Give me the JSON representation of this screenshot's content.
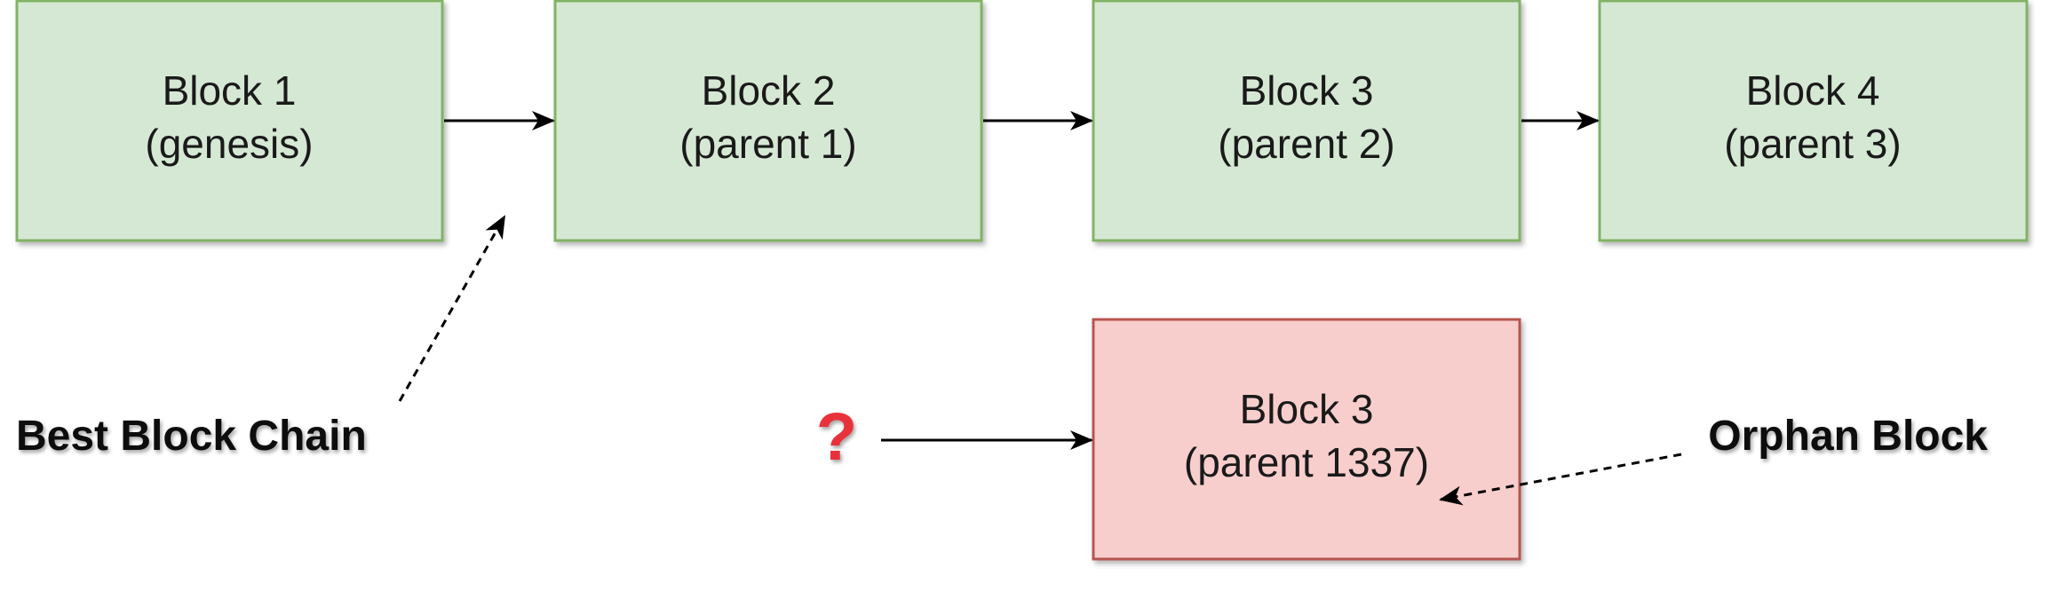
{
  "colors": {
    "block_fill": "#d5e8d4",
    "block_stroke": "#82b366",
    "orphan_fill": "#f8cecc",
    "orphan_stroke": "#b85450",
    "question_mark": "#e8303a",
    "arrow": "#000000"
  },
  "blocks": [
    {
      "line1": "Block 1",
      "line2": "(genesis)"
    },
    {
      "line1": "Block 2",
      "line2": "(parent 1)"
    },
    {
      "line1": "Block 3",
      "line2": "(parent 2)"
    },
    {
      "line1": "Block 4",
      "line2": "(parent 3)"
    }
  ],
  "orphan": {
    "line1": "Block 3",
    "line2": "(parent 1337)"
  },
  "labels": {
    "best_chain": "Best Block Chain",
    "orphan_block": "Orphan Block",
    "unknown_parent": "?"
  }
}
